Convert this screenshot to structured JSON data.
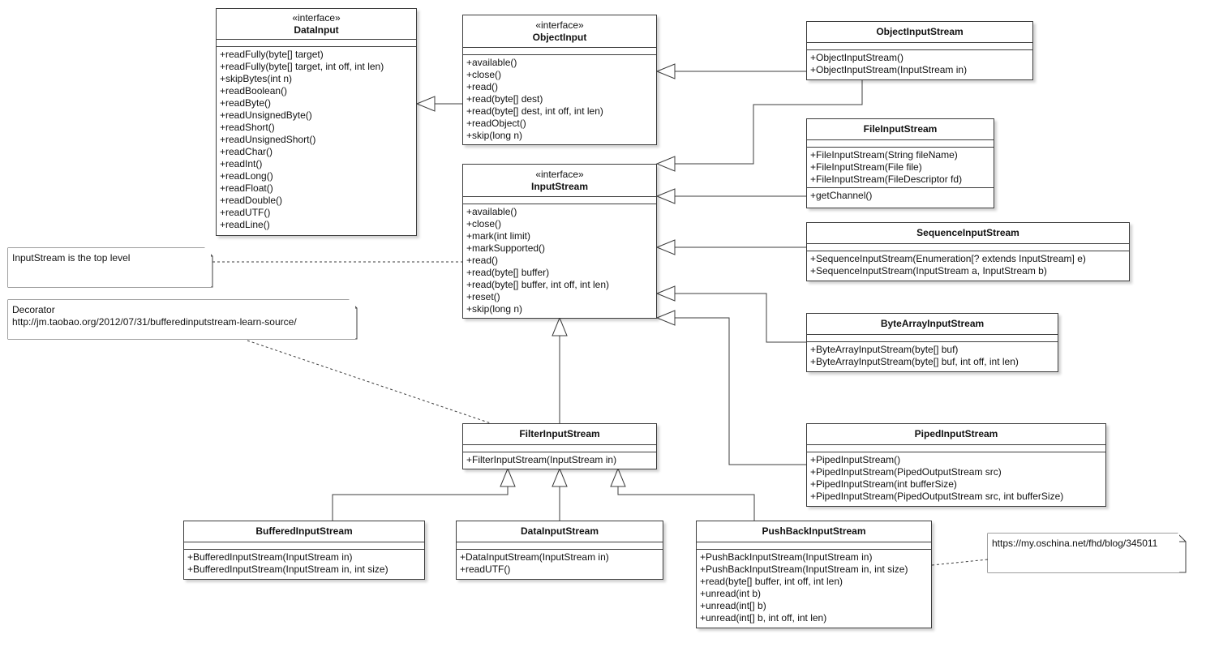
{
  "classes": {
    "datainput": {
      "stereotype": "«interface»",
      "name": "DataInput",
      "ops": [
        "+readFully(byte[] target)",
        "+readFully(byte[] target, int off, int len)",
        "+skipBytes(int n)",
        "+readBoolean()",
        "+readByte()",
        "+readUnsignedByte()",
        "+readShort()",
        "+readUnsignedShort()",
        "+readChar()",
        "+readInt()",
        "+readLong()",
        "+readFloat()",
        "+readDouble()",
        "+readUTF()",
        "+readLine()"
      ]
    },
    "objectinput": {
      "stereotype": "«interface»",
      "name": "ObjectInput",
      "ops": [
        "+available()",
        "+close()",
        "+read()",
        "+read(byte[] dest)",
        "+read(byte[] dest, int off, int len)",
        "+readObject()",
        "+skip(long n)"
      ]
    },
    "inputstream": {
      "stereotype": "«interface»",
      "name": "InputStream",
      "ops": [
        "+available()",
        "+close()",
        "+mark(int limit)",
        "+markSupported()",
        "+read()",
        "+read(byte[] buffer)",
        "+read(byte[] buffer, int off, int len)",
        "+reset()",
        "+skip(long n)"
      ]
    },
    "objectinputstream": {
      "name": "ObjectInputStream",
      "ops": [
        "+ObjectInputStream()",
        "+ObjectInputStream(InputStream in)"
      ]
    },
    "fileinputstream": {
      "name": "FileInputStream",
      "attrs": [
        "+FileInputStream(String fileName)",
        "+FileInputStream(File file)",
        "+FileInputStream(FileDescriptor fd)"
      ],
      "ops": [
        "+getChannel()"
      ]
    },
    "sequenceinputstream": {
      "name": "SequenceInputStream",
      "ops": [
        "+SequenceInputStream(Enumeration[? extends InputStream] e)",
        "+SequenceInputStream(InputStream a, InputStream b)"
      ]
    },
    "bytearrayinputstream": {
      "name": "ByteArrayInputStream",
      "ops": [
        "+ByteArrayInputStream(byte[] buf)",
        "+ByteArrayInputStream(byte[] buf, int off, int len)"
      ]
    },
    "pipedinputstream": {
      "name": "PipedInputStream",
      "ops": [
        "+PipedInputStream()",
        "+PipedInputStream(PipedOutputStream src)",
        "+PipedInputStream(int bufferSize)",
        "+PipedInputStream(PipedOutputStream src, int bufferSize)"
      ]
    },
    "filterinputstream": {
      "name": "FilterInputStream",
      "ops": [
        "+FilterInputStream(InputStream in)"
      ]
    },
    "bufferedinputstream": {
      "name": "BufferedInputStream",
      "ops": [
        "+BufferedInputStream(InputStream in)",
        "+BufferedInputStream(InputStream in, int size)"
      ]
    },
    "datainputstream": {
      "name": "DataInputStream",
      "ops": [
        "+DataInputStream(InputStream in)",
        "+readUTF()"
      ]
    },
    "pushbackinputstream": {
      "name": "PushBackInputStream",
      "ops": [
        "+PushBackInputStream(InputStream in)",
        "+PushBackInputStream(InputStream in, int size)",
        "+read(byte[] buffer, int off, int len)",
        "+unread(int b)",
        "+unread(int[] b)",
        "+unread(int[] b, int off, int len)"
      ]
    }
  },
  "notes": {
    "toplevel": {
      "lines": [
        "InputStream is the top level"
      ]
    },
    "decorator": {
      "lines": [
        "Decorator",
        "http://jm.taobao.org/2012/07/31/bufferedinputstream-learn-source/"
      ]
    },
    "oschina": {
      "lines": [
        "https://my.oschina.net/fhd/blog/345011"
      ]
    }
  },
  "colors": {
    "line": "#3c3c3c",
    "background": "#ffffff"
  }
}
